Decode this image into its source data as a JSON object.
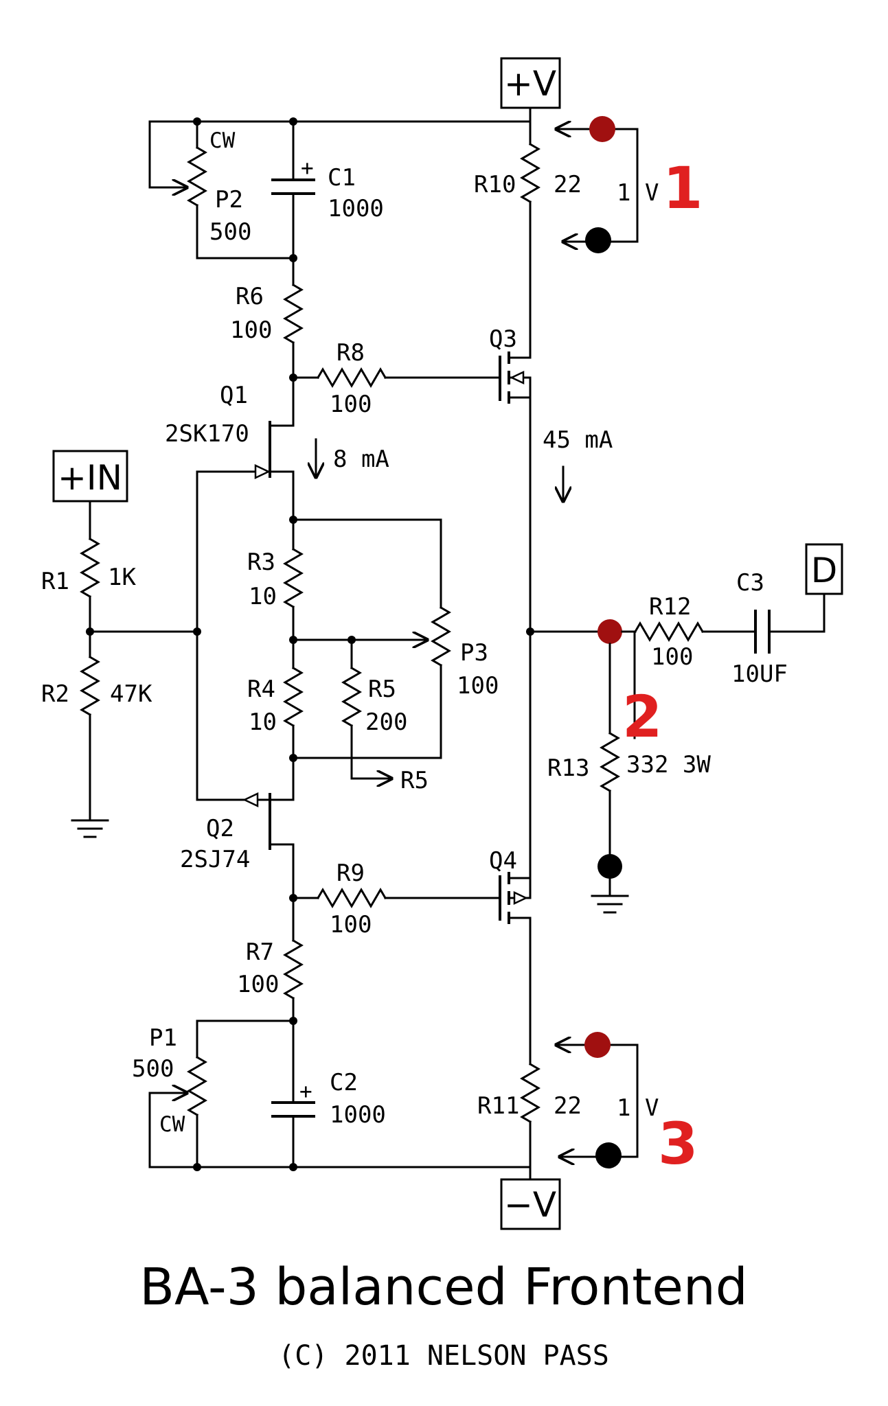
{
  "title": "BA-3 balanced Frontend",
  "copyright": "(C) 2011 NELSON PASS",
  "terminals": {
    "vplus": "+V",
    "vminus": "−V",
    "input": "+IN",
    "output": "D"
  },
  "components": {
    "P2": {
      "name": "P2",
      "value": "500",
      "cw": "CW"
    },
    "C1": {
      "name": "C1",
      "value": "1000",
      "polarity": "+"
    },
    "R10": {
      "name": "R10",
      "value": "22"
    },
    "R6": {
      "name": "R6",
      "value": "100"
    },
    "R8": {
      "name": "R8",
      "value": "100"
    },
    "Q3": {
      "name": "Q3"
    },
    "Q1": {
      "name": "Q1",
      "part": "2SK170"
    },
    "R1": {
      "name": "R1",
      "value": "1K"
    },
    "R2": {
      "name": "R2",
      "value": "47K"
    },
    "R3": {
      "name": "R3",
      "value": "10"
    },
    "R4": {
      "name": "R4",
      "value": "10"
    },
    "R5": {
      "name": "R5",
      "value": "200",
      "arrow_label": "R5"
    },
    "P3": {
      "name": "P3",
      "value": "100"
    },
    "R12": {
      "name": "R12",
      "value": "100"
    },
    "C3": {
      "name": "C3",
      "value": "10UF"
    },
    "R13": {
      "name": "R13",
      "value": "332 3W"
    },
    "Q2": {
      "name": "Q2",
      "part": "2SJ74"
    },
    "Q4": {
      "name": "Q4"
    },
    "R9": {
      "name": "R9",
      "value": "100"
    },
    "R7": {
      "name": "R7",
      "value": "100"
    },
    "P1": {
      "name": "P1",
      "value": "500",
      "cw": "CW"
    },
    "C2": {
      "name": "C2",
      "value": "1000",
      "polarity": "+"
    },
    "R11": {
      "name": "R11",
      "value": "22"
    }
  },
  "currents": {
    "front": "8 mA",
    "output": "45 mA"
  },
  "measurements": {
    "m1": {
      "voltage": "1 V",
      "marker": "1"
    },
    "m2": {
      "marker": "2"
    },
    "m3": {
      "voltage": "1 V",
      "marker": "3"
    }
  },
  "colors": {
    "probe_red": "#a01010",
    "probe_black": "#000000",
    "marker_red": "#e02020"
  }
}
